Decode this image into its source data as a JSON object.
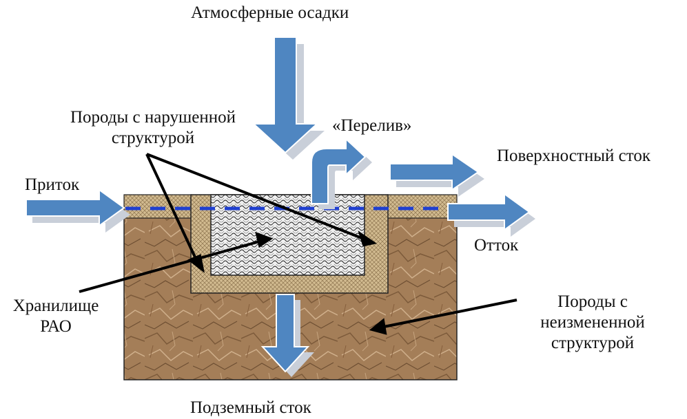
{
  "labels": {
    "precipitation": "Атмосферные осадки",
    "disturbed_rocks_line1": "Породы с нарушенной",
    "disturbed_rocks_line2": "структурой",
    "overflow": "«Перелив»",
    "surface_runoff": "Поверхностный сток",
    "inflow": "Приток",
    "outflow": "Отток",
    "storage_line1": "Хранилище",
    "storage_line2": "РАО",
    "undisturbed_rocks_line1": "Породы с",
    "undisturbed_rocks_line2": "неизмененной",
    "undisturbed_rocks_line3": "структурой",
    "underground_runoff": "Подземный сток"
  },
  "colors": {
    "arrow_fill": "#4f86c1",
    "arrow_shadow": "#c9cfd9",
    "water_table": "#1f3fd0",
    "soil": "#a47e58",
    "fill_layer": "#cdb58a",
    "waste": "#ececec",
    "leader_line": "#000000"
  },
  "icons": {
    "flow_arrow": "arrow-right-icon",
    "precip_arrow": "arrow-down-icon",
    "overflow_arrow": "curved-arrow-icon"
  }
}
